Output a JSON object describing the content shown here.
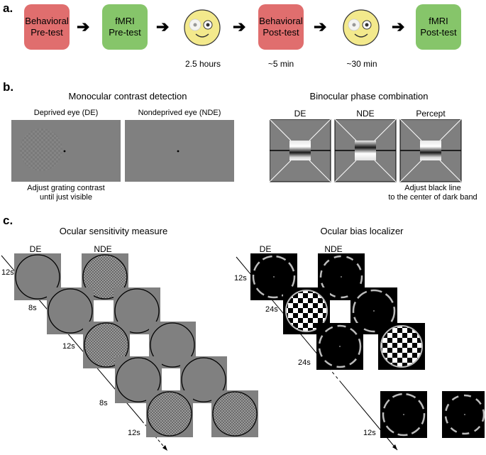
{
  "panel_a": {
    "label": "a.",
    "steps": [
      {
        "line1": "Behavioral",
        "line2": "Pre-test",
        "color": "#e06e6e"
      },
      {
        "line1": "fMRI",
        "line2": "Pre-test",
        "color": "#86c56a"
      },
      {
        "line1": "Behavioral",
        "line2": "Post-test",
        "color": "#e06e6e"
      },
      {
        "line1": "fMRI",
        "line2": "Post-test",
        "color": "#86c56a"
      }
    ],
    "durations": [
      "2.5 hours",
      "~5 min",
      "~30 min"
    ]
  },
  "panel_b": {
    "label": "b.",
    "left_title": "Monocular contrast detection",
    "de_label": "Deprived eye (DE)",
    "nde_label": "Nondeprived eye (NDE)",
    "left_caption_1": "Adjust grating contrast",
    "left_caption_2": "until just visible",
    "right_title": "Binocular phase combination",
    "col_labels": [
      "DE",
      "NDE",
      "Percept"
    ],
    "right_caption_1": "Adjust black line",
    "right_caption_2": "to the center of dark band"
  },
  "panel_c": {
    "label": "c.",
    "left_title": "Ocular sensitivity measure",
    "right_title": "Ocular bias localizer",
    "col_de": "DE",
    "col_nde": "NDE",
    "left_times": [
      "12s",
      "8s",
      "12s",
      "8s",
      "12s"
    ],
    "right_times": [
      "12s",
      "24s",
      "24s",
      "12s"
    ]
  }
}
